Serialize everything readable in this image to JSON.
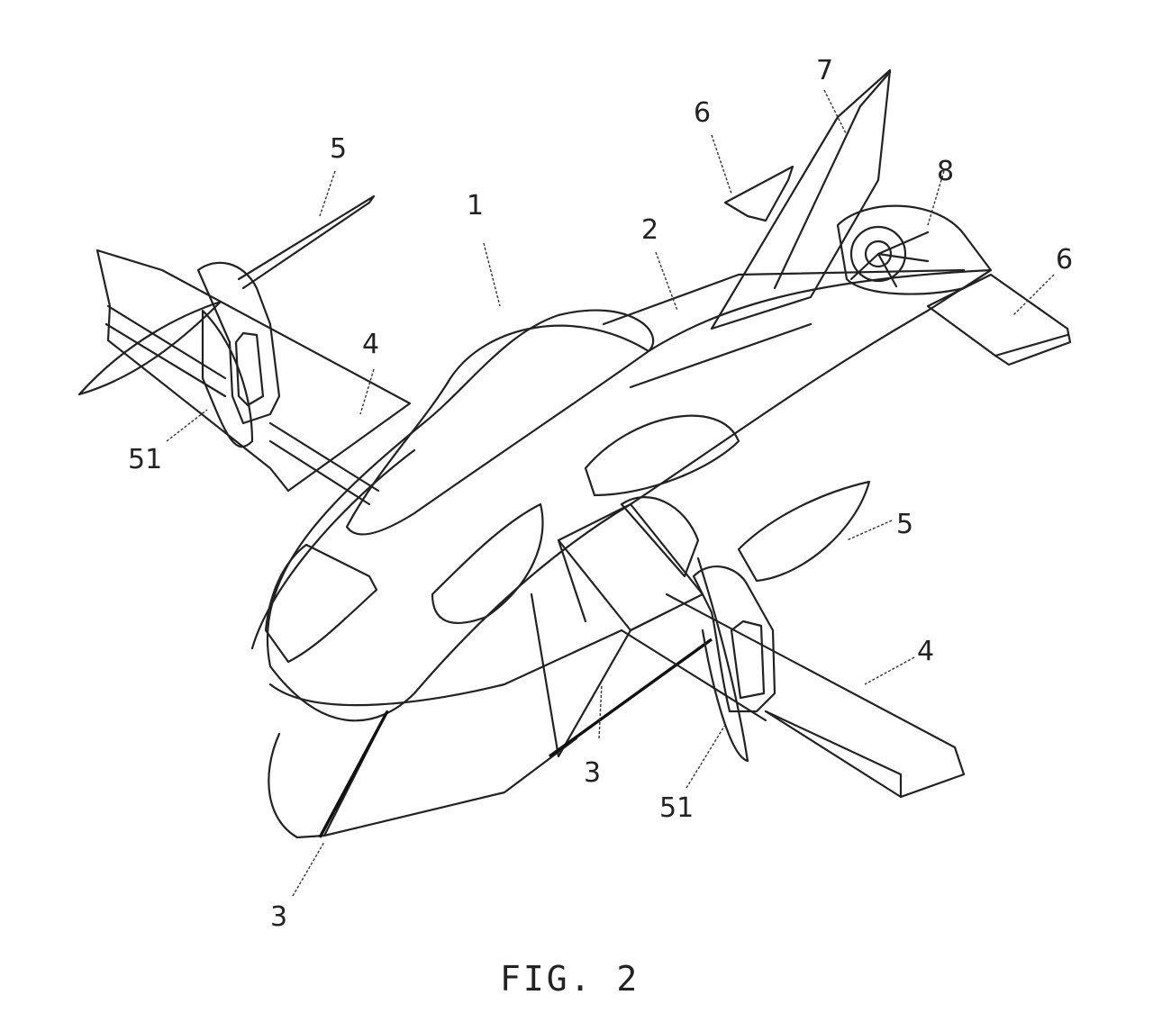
{
  "figure": {
    "caption": "FIG. 2",
    "subject": "aircraft with tilting propellers, perspective view",
    "reference_numerals": {
      "aircraft": "1",
      "fuselage": "2",
      "landing_gear_front": "3",
      "landing_gear_mid": "3",
      "wing_left": "4",
      "wing_right": "4",
      "propeller_left": "5",
      "propeller_right": "5",
      "nacelle_left": "51",
      "nacelle_right": "51",
      "tail_wing_left": "6",
      "tail_wing_right": "6",
      "vertical_stabilizer": "7",
      "ducted_fan": "8"
    }
  }
}
